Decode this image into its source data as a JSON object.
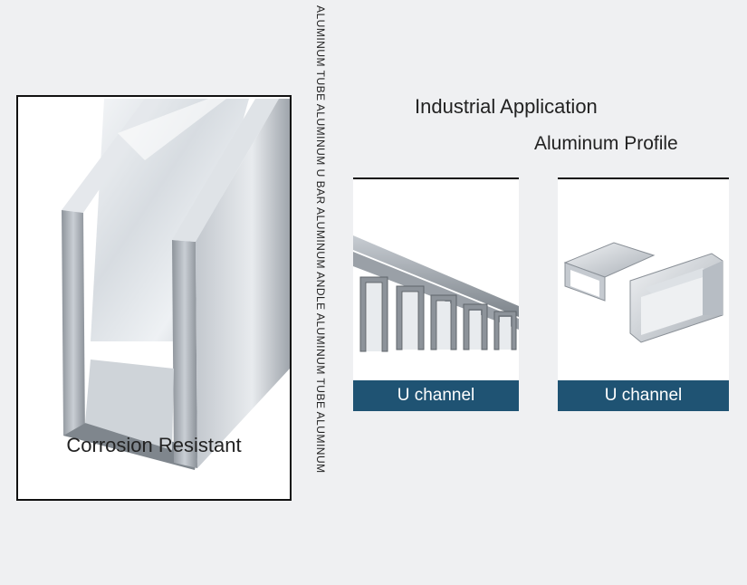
{
  "main_card": {
    "image_alt": "aluminum U channel close-up",
    "caption": "Corrosion Resistant"
  },
  "vertical_keywords": "ALUMINUM  TUBE  ALUMINUM  U  BAR  ALUMINUM  ANDLE  ALUMINUM  TUBE  ALUMINUM",
  "headings": {
    "title": "Industrial Application",
    "subtitle": "Aluminum Profile"
  },
  "products": [
    {
      "label": "U channel",
      "image": "stacked-u-channels"
    },
    {
      "label": "U channel",
      "image": "u-channel-pair"
    }
  ],
  "colors": {
    "background": "#eff0f2",
    "label_bar": "#1f5373",
    "border": "#111111"
  }
}
